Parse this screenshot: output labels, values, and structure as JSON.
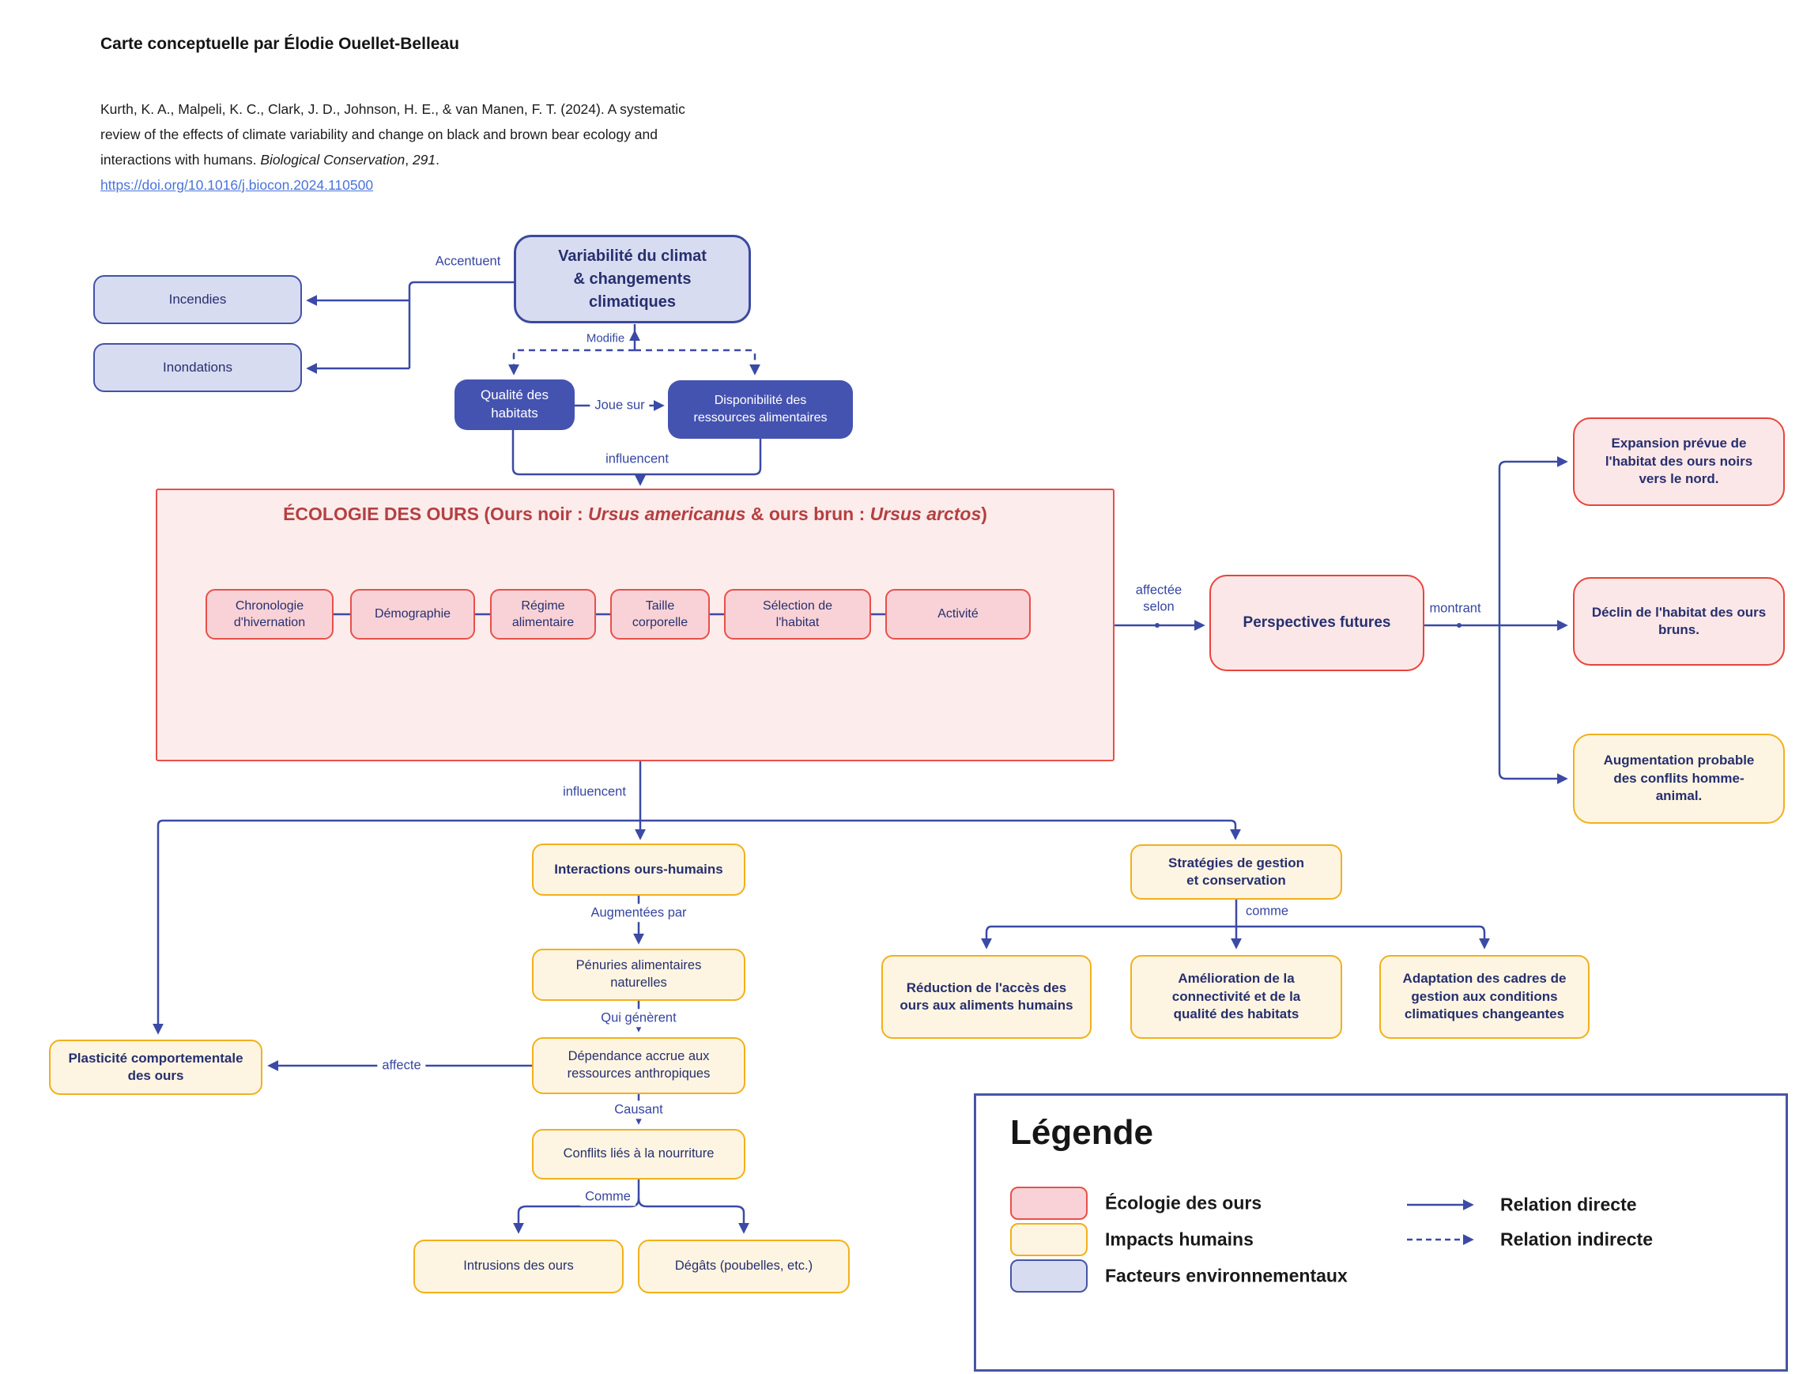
{
  "header": {
    "title": "Carte conceptuelle par Élodie Ouellet-Belleau",
    "citation_text": "Kurth, K. A., Malpeli, K. C., Clark, J. D., Johnson, H. E., & van Manen, F. T. (2024). A systematic\nreview of the effects of climate variability and change on black and brown bear ecology and\ninteractions with humans. ",
    "citation_journal": "Biological Conservation",
    "citation_sep": ", ",
    "citation_volume": "291",
    "citation_period": ".",
    "citation_link": "https://doi.org/10.1016/j.biocon.2024.110500"
  },
  "nodes": {
    "incendies": "Incendies",
    "inondations": "Inondations",
    "variabilite": "Variabilité du climat\n& changements\nclimatiques",
    "qualite": "Qualité des\nhabitats",
    "disponibilite": "Disponibilité des\nressources alimentaires",
    "chronologie": "Chronologie\nd'hivernation",
    "demographie": "Démographie",
    "regime": "Régime\nalimentaire",
    "taille": "Taille\ncorporelle",
    "selection": "Sélection de\nl'habitat",
    "activite": "Activité",
    "perspectives": "Perspectives futures",
    "expansion": "Expansion prévue de\nl'habitat des ours noirs\nvers le nord.",
    "declin": "Déclin de l'habitat des ours\nbruns.",
    "augmentation": "Augmentation probable\ndes conflits homme-\nanimal.",
    "interactions": "Interactions ours-humains",
    "strategies": "Stratégies de gestion\net conservation",
    "penuries": "Pénuries alimentaires\nnaturelles",
    "dependance": "Dépendance accrue aux\nressources anthropiques",
    "plasticite": "Plasticité comportementale\ndes ours",
    "conflits": "Conflits liés à la nourriture",
    "intrusions": "Intrusions des ours",
    "degats": "Dégâts (poubelles, etc.)",
    "reduction": "Réduction de l'accès des\nours aux aliments humains",
    "amelioration": "Amélioration de la\nconnectivité et de la\nqualité des habitats",
    "adaptation": "Adaptation des cadres de\ngestion aux conditions\nclimatiques changeantes"
  },
  "ecology": {
    "title": {
      "p1": "ÉCOLOGIE DES OURS (Ours noir : ",
      "i1": "Ursus americanus",
      "p2": " & ours brun : ",
      "i2": "Ursus arctos",
      "p3": ")"
    }
  },
  "edge_labels": {
    "accentuent": "Accentuent",
    "modifie": "Modifie",
    "joue_sur": "Joue sur",
    "influencent_haut": "influencent",
    "affectee_selon": "affectée\nselon",
    "montrant": "montrant",
    "influencent_bas": "influencent",
    "augmentees_par": "Augmentées par",
    "qui_generent": "Qui génèrent",
    "affecte": "affecte",
    "causant": "Causant",
    "comme_bas": "Comme",
    "comme_droite": "comme"
  },
  "legend": {
    "title": "Légende",
    "items": [
      {
        "label": "Écologie des ours",
        "color": "#e8504a",
        "fill": "#f8d2d6"
      },
      {
        "label": "Impacts humains",
        "color": "#f2b01c",
        "fill": "#fdf5e2"
      },
      {
        "label": "Facteurs environnementaux",
        "color": "#4656a5",
        "fill": "#d8dcf1"
      }
    ],
    "relations": [
      {
        "label": "Relation directe",
        "style": "solid"
      },
      {
        "label": "Relation indirecte",
        "style": "dashed"
      }
    ]
  },
  "colors": {
    "connector": "#3b4aa5",
    "ecology_border": "#e8504a",
    "ecology_fill": "#fcecec",
    "ecology_title": "#b54040",
    "human_border": "#f2b01c",
    "human_fill": "#fdf5e2",
    "environment_border": "#4152a8",
    "environment_fill": "#d8dcf1",
    "indigo_fill": "#4553b0",
    "text_navy": "#272f6e",
    "link": "#4a74d8"
  }
}
